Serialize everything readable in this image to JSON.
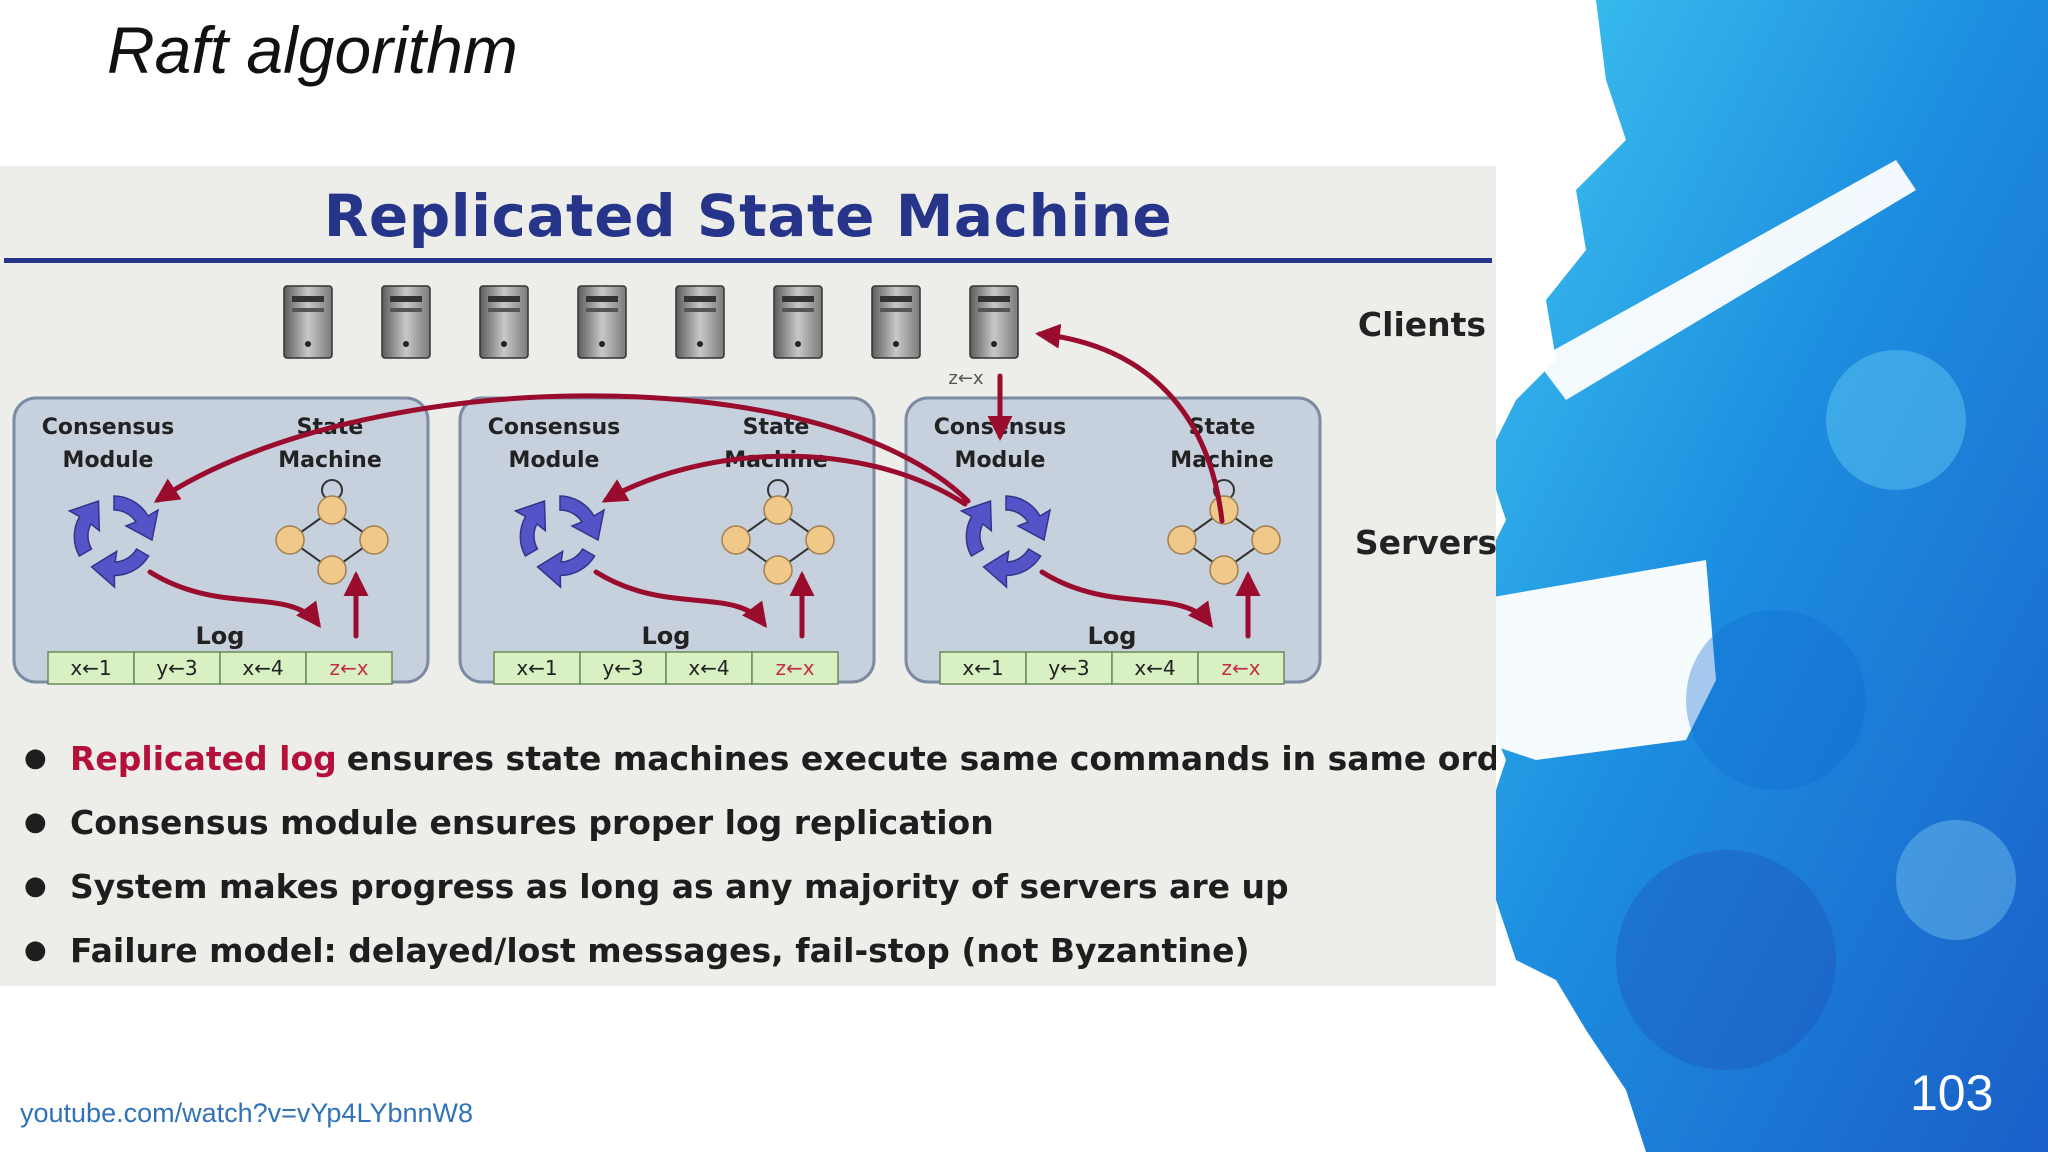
{
  "slide": {
    "title": "Raft algorithm",
    "source_link": "youtube.com/watch?v=vYp4LYbnnW8",
    "page_number": "103"
  },
  "diagram": {
    "title": "Replicated State Machine",
    "clients_label": "Clients",
    "servers_label": "Servers",
    "client_count": 8,
    "request_command": "z←x",
    "servers": [
      {
        "consensus_label": [
          "Consensus",
          "Module"
        ],
        "state_machine_label": [
          "State",
          "Machine"
        ],
        "log_label": "Log",
        "log_entries": [
          "x←1",
          "y←3",
          "x←4",
          "z←x"
        ]
      },
      {
        "consensus_label": [
          "Consensus",
          "Module"
        ],
        "state_machine_label": [
          "State",
          "Machine"
        ],
        "log_label": "Log",
        "log_entries": [
          "x←1",
          "y←3",
          "x←4",
          "z←x"
        ]
      },
      {
        "consensus_label": [
          "Consensus",
          "Module"
        ],
        "state_machine_label": [
          "State",
          "Machine"
        ],
        "log_label": "Log",
        "log_entries": [
          "x←1",
          "y←3",
          "x←4",
          "z←x"
        ]
      }
    ],
    "bullets": [
      {
        "highlight": "Replicated log",
        "text": "ensures state machines execute same commands in same order"
      },
      {
        "highlight": "",
        "text": "Consensus module ensures proper log replication"
      },
      {
        "highlight": "",
        "text": "System makes progress as long as any majority of servers are up"
      },
      {
        "highlight": "",
        "text": "Failure model: delayed/lost messages, fail-stop (not Byzantine)"
      }
    ],
    "colors": {
      "title": "#26348a",
      "arrow": "#9a0c2e",
      "highlight": "#b5103a",
      "server_panel": "#c7d0dd",
      "log_cell": "#d8f0c2",
      "consensus_icon": "#5454c8",
      "state_node": "#f0c88a"
    }
  }
}
